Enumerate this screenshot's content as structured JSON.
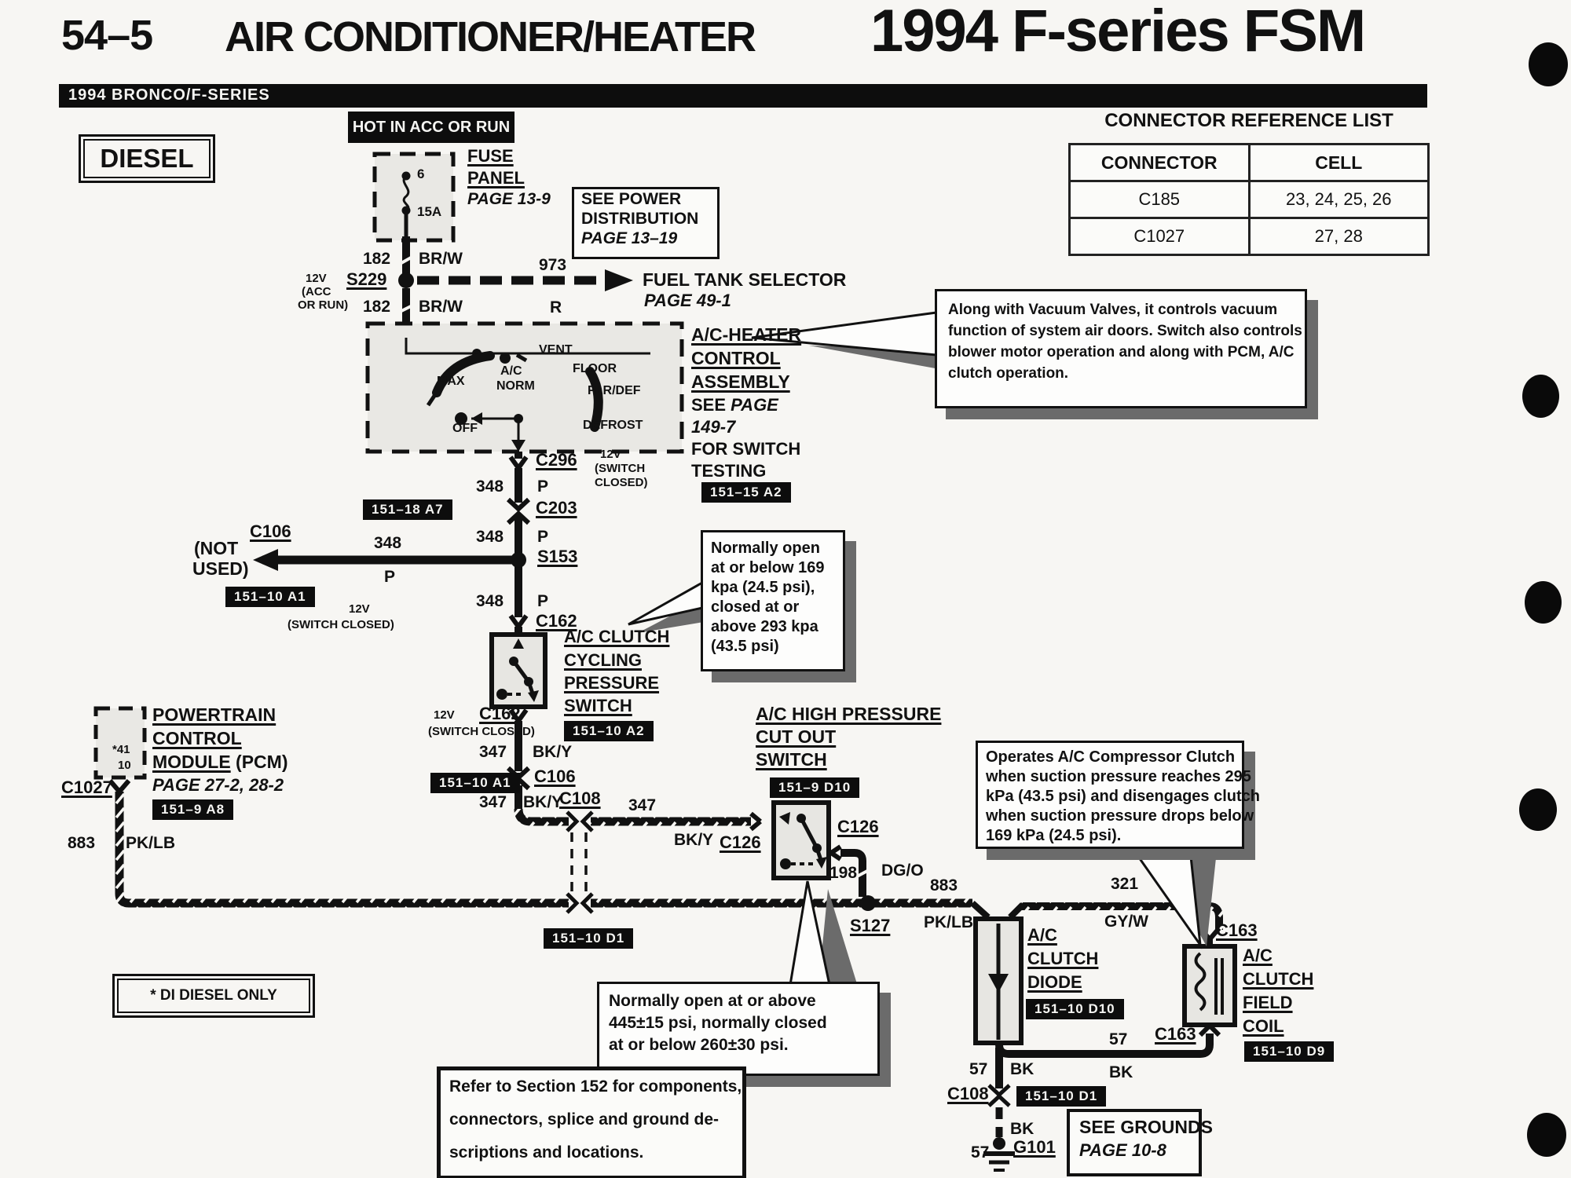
{
  "header": {
    "section": "54–5",
    "title": "AIR CONDITIONER/HEATER",
    "overlay": "1994 F-series FSM",
    "model_bar": "1994 BRONCO/F-SERIES",
    "variant": "DIESEL"
  },
  "reference": {
    "title": "CONNECTOR REFERENCE LIST",
    "col_connector": "CONNECTOR",
    "col_cell": "CELL",
    "rows": [
      {
        "connector": "C185",
        "cell": "23, 24, 25, 26"
      },
      {
        "connector": "C1027",
        "cell": "27, 28"
      }
    ]
  },
  "fuse": {
    "banner": "HOT IN ACC OR RUN",
    "pin": "6",
    "rating": "15A",
    "label1": "FUSE",
    "label2": "PANEL",
    "page": "PAGE 13-9"
  },
  "power_dist": {
    "l1": "SEE POWER",
    "l2": "DISTRIBUTION",
    "l3": "PAGE 13–19"
  },
  "s229": {
    "circuit_a": "182",
    "color_a": "BR/W",
    "volts": "12V",
    "volts2": "(ACC",
    "volts3": "OR RUN)",
    "name": "S229",
    "circuit_b": "182",
    "color_b": "BR/W"
  },
  "fuel": {
    "circuit": "973",
    "color": "R",
    "name": "FUEL TANK SELECTOR",
    "page": "PAGE 49-1"
  },
  "assembly": {
    "pos_max": "MAX",
    "pos_ac": "A/C",
    "pos_norm": "NORM",
    "pos_vent": "VENT",
    "pos_floor": "FLOOR",
    "pos_flrdef": "FLR/DEF",
    "pos_defrost": "DEFROST",
    "pos_off": "OFF",
    "t1": "A/C-HEATER",
    "t2": "CONTROL",
    "t3": "ASSEMBLY",
    "t4a": "SEE ",
    "t4b": "PAGE",
    "t5": "149-7",
    "t6": "FOR SWITCH",
    "t7": "TESTING",
    "tag": "151–15 A2"
  },
  "note_switch": {
    "l1": "Along with Vacuum Valves, it controls vacuum",
    "l2": "function of system air doors. Switch also controls",
    "l3": "blower motor operation and along with PCM, A/C",
    "l4": "clutch operation."
  },
  "run348": {
    "c296": "C296",
    "v1": "12V",
    "v2": "(SWITCH",
    "v3": "CLOSED)",
    "n1": "348",
    "p1": "P",
    "tag_a7": "151–18 A7",
    "c203": "C203",
    "n2": "348",
    "p2": "P",
    "s153": "S153",
    "n3": "348",
    "p3": "P",
    "v4": "12V",
    "v5": "(SWITCH CLOSED)",
    "c162": "C162"
  },
  "branch": {
    "c106": "C106",
    "n": "348",
    "p": "P",
    "nu1": "(NOT",
    "nu2": "USED)",
    "tag": "151–10 A1"
  },
  "ccps": {
    "t1": "A/C CLUTCH",
    "t2": "CYCLING",
    "t3": "PRESSURE",
    "t4": "SWITCH",
    "tag": "151–10 A2",
    "v1": "12V",
    "c162": "C162",
    "v2": "(SWITCH CLOSED)"
  },
  "note_cycling": {
    "l1": "Normally open",
    "l2": "at or below 169",
    "l3": "kpa (24.5 psi),",
    "l4": "closed at or",
    "l5": "above 293 kpa",
    "l6": "(43.5 psi)"
  },
  "run347": {
    "n1": "347",
    "c1": "BK/Y",
    "tag_a1": "151–10 A1",
    "c106": "C106",
    "n2": "347",
    "c2": "BK/Y",
    "c108": "C108",
    "n3": "347",
    "c3": "BK/Y",
    "c126a": "C126",
    "c126b": "C126",
    "tag_d1": "151–10 D1"
  },
  "hp": {
    "t1": "A/C HIGH PRESSURE",
    "t2": "CUT OUT",
    "t3": "SWITCH",
    "tag": "151–9 D10",
    "n198": "198",
    "dgo": "DG/O"
  },
  "note_hp": {
    "l1": "Normally open at or above",
    "l2": "445±15 psi, normally closed",
    "l3": "at or below 260±30 psi."
  },
  "note_clutch": {
    "l1": "Operates A/C Compressor Clutch",
    "l2": "when suction pressure reaches 295",
    "l3": "kPa (43.5 psi) and disengages clutch",
    "l4": "when suction pressure drops below",
    "l5": "169 kPa (24.5 psi)."
  },
  "pcm": {
    "pin1": "*41",
    "pin2": "10",
    "t1": "POWERTRAIN",
    "t2": "CONTROL",
    "t3a": "MODULE",
    "t3b": " (PCM)",
    "t4": "PAGE 27-2, 28-2",
    "tag": "151–9 A8",
    "c1027": "C1027",
    "n883": "883",
    "pklb": "PK/LB"
  },
  "s127": {
    "name": "S127",
    "n883": "883",
    "pklb": "PK/LB"
  },
  "run321": {
    "n": "321",
    "gyw": "GY/W"
  },
  "diode": {
    "t1": "A/C",
    "t2": "CLUTCH",
    "t3": "DIODE",
    "tag": "151–10 D10"
  },
  "coil": {
    "c163t": "C163",
    "t1": "A/C",
    "t2": "CLUTCH",
    "t3": "FIELD",
    "t4": "COIL",
    "tag": "151–10 D9",
    "c163b": "C163"
  },
  "gnd": {
    "n57a": "57",
    "bka": "BK",
    "n57b": "57",
    "bkb": "BK",
    "c108": "C108",
    "tag": "151–10 D1",
    "bkc": "BK",
    "g101": "G101",
    "n57c": "57"
  },
  "grounds_box": {
    "l1": "SEE GROUNDS",
    "l2": "PAGE 10-8"
  },
  "diesel_note": "* DI DIESEL ONLY",
  "refer": {
    "l1": "Refer to Section 152 for components,",
    "l2": "connectors, splice and ground de-",
    "l3": "scriptions and locations."
  },
  "colors": {
    "ink": "#111111",
    "paper": "#f7f6f3",
    "tag_bg": "#0d0d0d",
    "shadow": "#6b6b6b"
  }
}
